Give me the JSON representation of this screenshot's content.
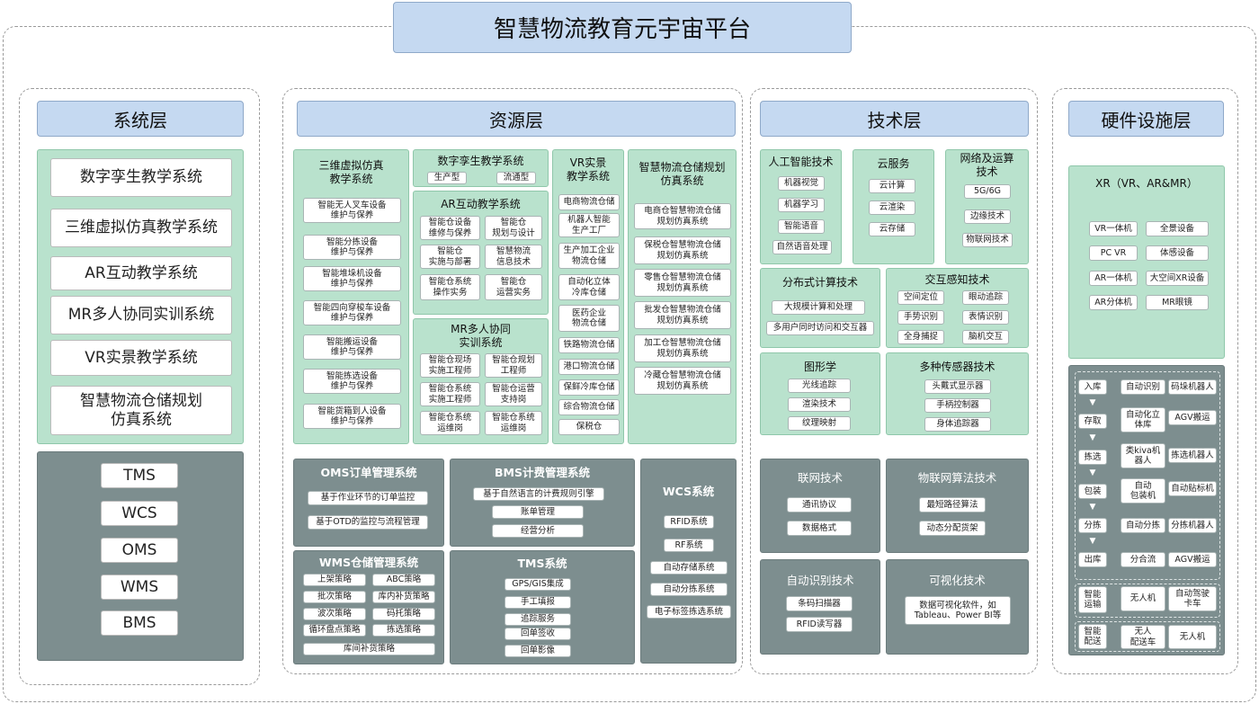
{
  "title": "智慧物流教育元宇宙平台",
  "system": {
    "header": "系统层",
    "items": [
      "数字孪生教学系统",
      "三维虚拟仿真教学系统",
      "AR互动教学系统",
      "MR多人协同实训系统",
      "VR实景教学系统",
      "智慧物流仓储规划\n仿真系统"
    ],
    "ops": [
      "TMS",
      "WCS",
      "OMS",
      "WMS",
      "BMS"
    ]
  },
  "resource": {
    "header": "资源层",
    "sim3d": {
      "title": "三维虚拟仿真\n教学系统",
      "items": [
        "智能无人叉车设备\n维护与保养",
        "智能分拣设备\n维护与保养",
        "智能堆垛机设备\n维护与保养",
        "智能四向穿梭车设备\n维护与保养",
        "智能搬运设备\n维护与保养",
        "智能拣选设备\n维护与保养",
        "智能货箱到人设备\n维护与保养"
      ]
    },
    "twin": {
      "title": "数字孪生教学系统",
      "items": [
        "生产型",
        "流通型"
      ]
    },
    "ar": {
      "title": "AR互动教学系统",
      "items": [
        "智能仓设备\n维修与保养",
        "智能仓\n规划与设计",
        "智能仓\n实施与部署",
        "智慧物流\n信息技术",
        "智能仓系统\n操作实务",
        "智能仓\n运营实务"
      ]
    },
    "mr": {
      "title": "MR多人协同\n实训系统",
      "items": [
        "智能仓现场\n实施工程师",
        "智能仓规划\n工程师",
        "智能仓系统\n实施工程师",
        "智能仓运营\n支持岗",
        "智能仓系统\n运维岗",
        "智能仓系统\n运维岗"
      ]
    },
    "vr": {
      "title": "VR实景\n教学系统",
      "items": [
        "电商物流仓储",
        "机器人智能\n生产工厂",
        "生产加工企业\n物流仓储",
        "自动化立体\n冷库仓储",
        "医药企业\n物流仓储",
        "铁路物流仓储",
        "港口物流仓储",
        "保鲜冷库仓储",
        "综合物流仓储",
        "保税仓"
      ]
    },
    "plan": {
      "title": "智慧物流仓储规划\n仿真系统",
      "items": [
        "电商仓智慧物流仓储\n规划仿真系统",
        "保税仓智慧物流仓储\n规划仿真系统",
        "零售仓智慧物流仓储\n规划仿真系统",
        "批发仓智慧物流仓储\n规划仿真系统",
        "加工仓智慧物流仓储\n规划仿真系统",
        "冷藏仓智慧物流仓储\n规划仿真系统"
      ]
    },
    "oms": {
      "title": "OMS订单管理系统",
      "items": [
        "基于作业环节的订单监控",
        "基于OTD的监控与流程管理"
      ]
    },
    "bms": {
      "title": "BMS计费管理系统",
      "items": [
        "基于自然语言的计费规则引擎",
        "账单管理",
        "经营分析"
      ]
    },
    "wcs": {
      "title": "WCS系统",
      "items": [
        "RFID系统",
        "RF系统",
        "自动存储系统",
        "自动分拣系统",
        "电子标签拣选系统"
      ]
    },
    "wms": {
      "title": "WMS仓储管理系统",
      "items": [
        "上架策略",
        "ABC策略",
        "批次策略",
        "库内补货策略",
        "波次策略",
        "码托策略",
        "循环盘点策略",
        "拣选策略",
        "库间补货策略"
      ]
    },
    "tms": {
      "title": "TMS系统",
      "items": [
        "GPS/GIS集成",
        "手工填报",
        "追踪服务",
        "回单签收",
        "回单影像"
      ]
    }
  },
  "tech": {
    "header": "技术层",
    "ai": {
      "title": "人工智能技术",
      "items": [
        "机器视觉",
        "机器学习",
        "智能语音",
        "自然语音处理"
      ]
    },
    "cloud": {
      "title": "云服务",
      "items": [
        "云计算",
        "云渲染",
        "云存储"
      ]
    },
    "net": {
      "title": "网络及运算\n技术",
      "items": [
        "5G/6G",
        "边缘技术",
        "物联网技术"
      ]
    },
    "dist": {
      "title": "分布式计算技术",
      "items": [
        "大规模计算和处理",
        "多用户同时访问和交互器"
      ]
    },
    "inter": {
      "title": "交互感知技术",
      "items": [
        "空间定位",
        "眼动追踪",
        "手势识别",
        "表情识别",
        "全身捕捉",
        "脑机交互"
      ]
    },
    "graph": {
      "title": "图形学",
      "items": [
        "光线追踪",
        "渲染技术",
        "纹理映射"
      ]
    },
    "sensor": {
      "title": "多种传感器技术",
      "items": [
        "头戴式显示器",
        "手柄控制器",
        "身体追踪器"
      ]
    },
    "netw": {
      "title": "联网技术",
      "items": [
        "通讯协议",
        "数据格式"
      ]
    },
    "iotalg": {
      "title": "物联网算法技术",
      "items": [
        "最短路径算法",
        "动态分配货架"
      ]
    },
    "autoid": {
      "title": "自动识别技术",
      "items": [
        "条码扫描器",
        "RFID读写器"
      ]
    },
    "vis": {
      "title": "可视化技术",
      "items": [
        "数据可视化软件，如\nTableau、Power BI等"
      ]
    }
  },
  "hw": {
    "header": "硬件设施层",
    "xr": {
      "title": "XR（VR、AR&MR）",
      "items": [
        "VR一体机",
        "全景设备",
        "PC VR",
        "体感设备",
        "AR一体机",
        "大空间XR设备",
        "AR分体机",
        "MR眼镜"
      ]
    },
    "flow": {
      "steps": [
        "入库",
        "存取",
        "拣选",
        "包装",
        "分拣",
        "出库"
      ],
      "equip": [
        [
          "自动识别",
          "码垛机器人"
        ],
        [
          "自动化立\n体库",
          "AGV搬运"
        ],
        [
          "类kiva机\n器人",
          "拣选机器人"
        ],
        [
          "自动\n包装机",
          "自动贴标机"
        ],
        [
          "自动分拣",
          "分拣机器人"
        ],
        [
          "分合流",
          "AGV搬运"
        ]
      ],
      "transport": {
        "label": "智能\n运输",
        "items": [
          "无人机",
          "自动驾驶\n卡车"
        ]
      },
      "delivery": {
        "label": "智能\n配送",
        "items": [
          "无人\n配送车",
          "无人机"
        ]
      }
    }
  }
}
